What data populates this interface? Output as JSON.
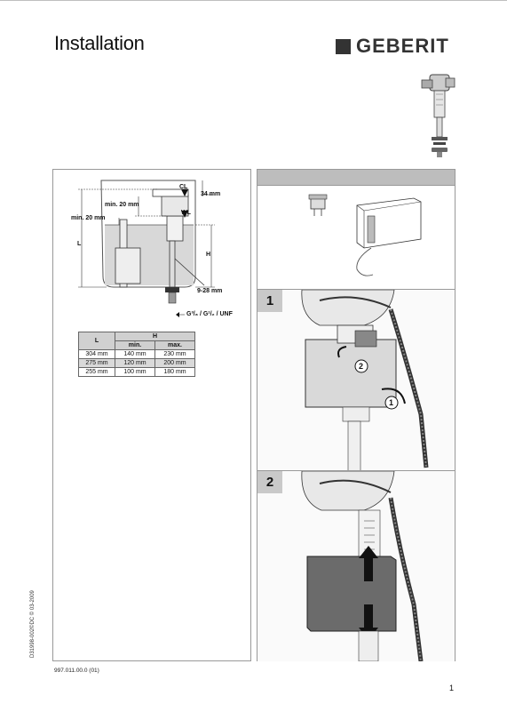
{
  "header": {
    "title": "Installation",
    "brand": "GEBERIT"
  },
  "diagram": {
    "labels": {
      "cl": "CL",
      "wl": "WL",
      "dim_34": "34 mm",
      "min20_top": "min. 20 mm",
      "min20_left": "min. 20 mm",
      "L": "L",
      "H": "H",
      "range": "9-28 mm",
      "thread": "G³/₈ / G¹/₂ / UNF"
    }
  },
  "table": {
    "col_L": "L",
    "col_H": "H",
    "sub_min": "min.",
    "sub_max": "max.",
    "rows": [
      {
        "L": "304 mm",
        "min": "140 mm",
        "max": "230 mm"
      },
      {
        "L": "275 mm",
        "min": "120 mm",
        "max": "200 mm"
      },
      {
        "L": "255 mm",
        "min": "100 mm",
        "max": "180 mm"
      }
    ]
  },
  "steps": [
    {
      "num": "1",
      "callouts": [
        "2",
        "1"
      ]
    },
    {
      "num": "2"
    }
  ],
  "footer": {
    "doc_code": "D31998-002©DC © 03-2009",
    "part_code": "997.011.00.0 (01)",
    "page": "1"
  }
}
